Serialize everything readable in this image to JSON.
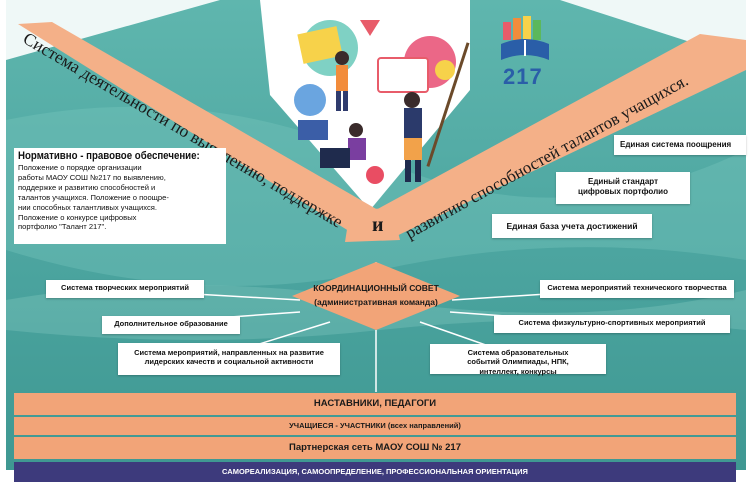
{
  "banner": {
    "left_text": "Система деятельности по выявлению, поддержке",
    "connector": "и",
    "right_text": "развитию способностей талантов учащихся."
  },
  "logo": {
    "number": "217"
  },
  "legal": {
    "title": "Нормативно - правовое обеспечение:",
    "lines": [
      "Положение о порядке организации",
      "работы МАОУ СОШ №217 по выявлению,",
      "поддержке и развитию способностей и",
      "талантов учащихся. Положение о поощре-",
      "нии способных талантливых учащихся.",
      " Положение о конкурсе цифровых",
      "портфолио \"Талант 217\"."
    ]
  },
  "right_boxes": {
    "rewards": "Единая система поощрения",
    "portfolio_standard": "Единый стандарт цифровых портфолио",
    "achievements_base": "Единая база учета достижений"
  },
  "council": {
    "title": "КООРДИНАЦИОННЫЙ СОВЕТ",
    "subtitle": "(административная команда)"
  },
  "systems": {
    "creative": "Система творческих мероприятий",
    "additional_education": "Дополнительное образование",
    "leadership": "Система мероприятий, направленных на развитие лидерских качеств и социальной активности",
    "educational_events": "Система образовательных событий Олимпиады, НПК, интеллект, конкурсы",
    "sports": "Система физкультурно-спортивных мероприятий",
    "technical": "Система мероприятий технического творчества"
  },
  "bars": {
    "mentors": "НАСТАВНИКИ, ПЕДАГОГИ",
    "students": "УЧАЩИЕСЯ - УЧАСТНИКИ (всех направлений)",
    "partners": "Партнерская сеть МАОУ СОШ № 217",
    "self_realization": "САМОРЕАЛИЗАЦИЯ, САМООПРЕДЕЛЕНИЕ, ПРОФЕССИОНАЛЬНАЯ ОРИЕНТАЦИЯ"
  },
  "colors": {
    "teal_background": "#4fa8a3",
    "band_peach": "#f4b088",
    "bar_peach": "#f2a478",
    "bar_dark": "#3d3a7c",
    "logo_blue": "#2a5ea8"
  }
}
